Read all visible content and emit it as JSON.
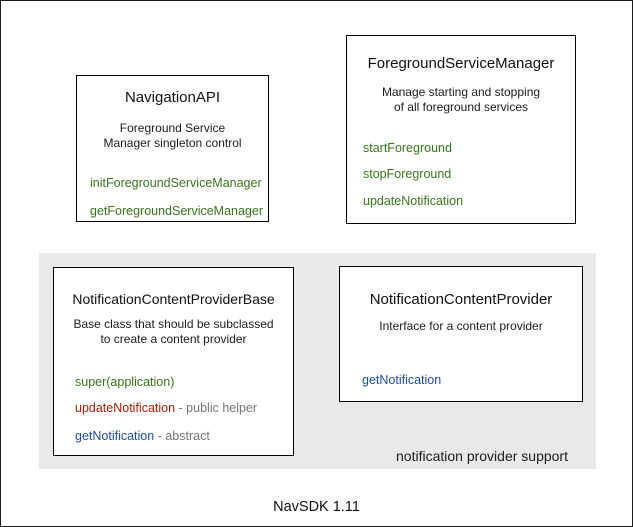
{
  "footer": {
    "label": "NavSDK 1.11"
  },
  "panel": {
    "label": "notification provider support"
  },
  "colors": {
    "method_green": "#38761d",
    "method_red": "#a61c00",
    "method_blue": "#1f4e9d",
    "suffix_gray": "#757575",
    "panel_gray": "#e9e9e9"
  },
  "classes": {
    "navigation_api": {
      "title": "NavigationAPI",
      "desc1": "Foreground Service",
      "desc2": "Manager singleton control",
      "methods": [
        {
          "name": "initForegroundServiceManager",
          "suffix": ""
        },
        {
          "name": "getForegroundServiceManager",
          "suffix": ""
        }
      ]
    },
    "foreground_service_manager": {
      "title": "ForegroundServiceManager",
      "desc1": "Manage starting and stopping",
      "desc2": "of all foreground services",
      "methods": [
        {
          "name": "startForeground",
          "suffix": ""
        },
        {
          "name": "stopForeground",
          "suffix": ""
        },
        {
          "name": "updateNotification",
          "suffix": ""
        }
      ]
    },
    "notification_content_provider_base": {
      "title": "NotificationContentProviderBase",
      "desc1": "Base class that should be subclassed",
      "desc2": "to create a content provider",
      "methods": [
        {
          "name": "super(application)",
          "suffix": ""
        },
        {
          "name": "updateNotification",
          "suffix": " - public helper"
        },
        {
          "name": "getNotification",
          "suffix": " - abstract"
        }
      ]
    },
    "notification_content_provider": {
      "title": "NotificationContentProvider",
      "desc1": "Interface for a content provider",
      "desc2": "",
      "methods": [
        {
          "name": "getNotification",
          "suffix": ""
        }
      ]
    }
  }
}
